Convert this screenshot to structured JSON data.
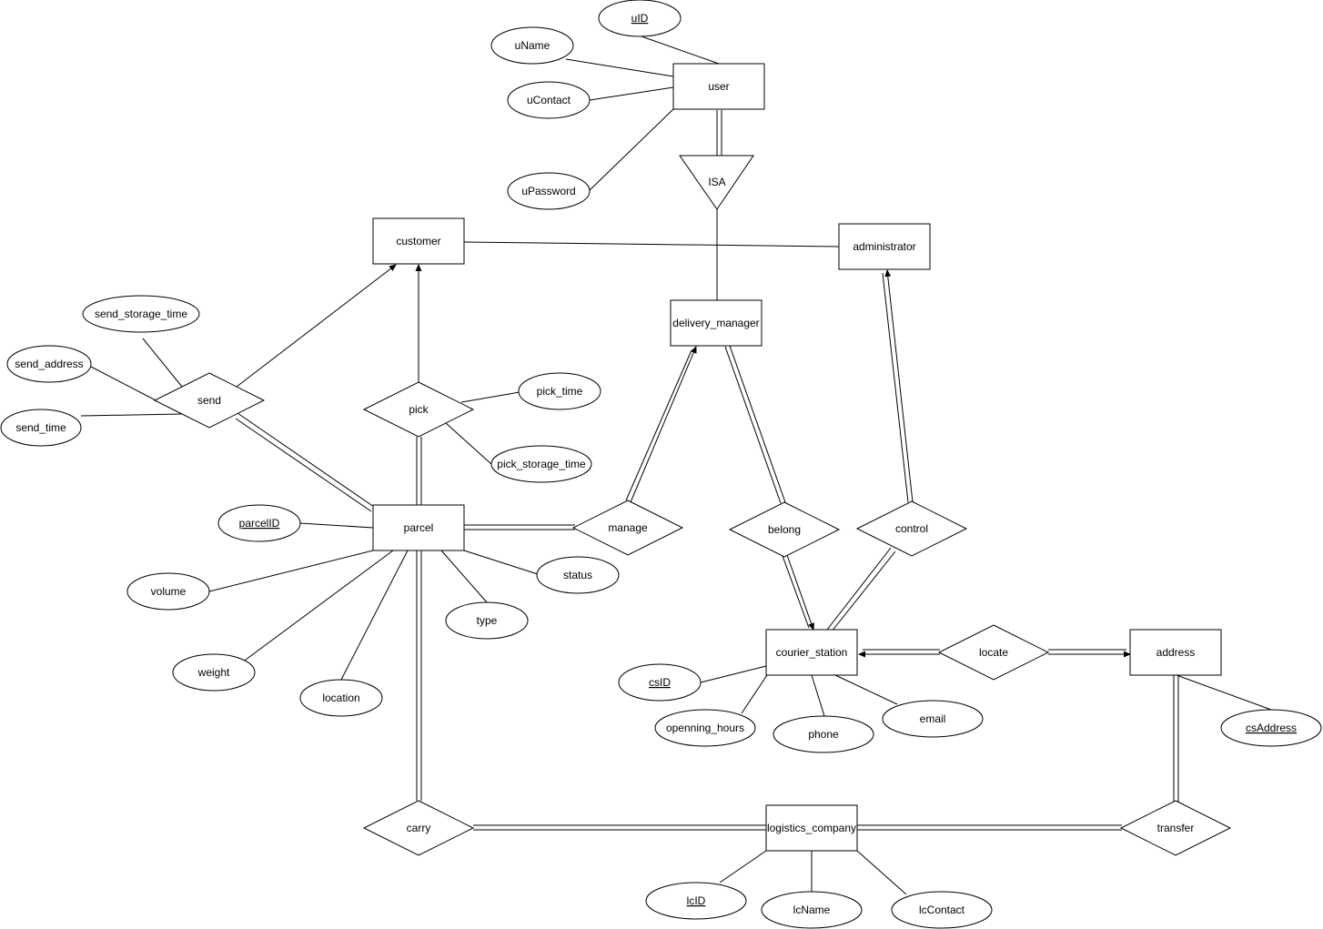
{
  "entities": [
    {
      "id": "user",
      "label": "user"
    },
    {
      "id": "customer",
      "label": "customer"
    },
    {
      "id": "administrator",
      "label": "administrator"
    },
    {
      "id": "delivery_manager",
      "label": "delivery_manager"
    },
    {
      "id": "parcel",
      "label": "parcel"
    },
    {
      "id": "courier_station",
      "label": "courier_station"
    },
    {
      "id": "address",
      "label": "address"
    },
    {
      "id": "logistics_company",
      "label": "logistics_company"
    }
  ],
  "relationships": [
    {
      "id": "send",
      "label": "send"
    },
    {
      "id": "pick",
      "label": "pick"
    },
    {
      "id": "manage",
      "label": "manage"
    },
    {
      "id": "belong",
      "label": "belong"
    },
    {
      "id": "control",
      "label": "control"
    },
    {
      "id": "locate",
      "label": "locate"
    },
    {
      "id": "carry",
      "label": "carry"
    },
    {
      "id": "transfer",
      "label": "transfer"
    }
  ],
  "isa": {
    "label": "ISA"
  },
  "attributes": [
    {
      "id": "uID",
      "label": "uID",
      "key": true,
      "owner": "user"
    },
    {
      "id": "uName",
      "label": "uName",
      "key": false,
      "owner": "user"
    },
    {
      "id": "uContact",
      "label": "uContact",
      "key": false,
      "owner": "user"
    },
    {
      "id": "uPassword",
      "label": "uPassword",
      "key": false,
      "owner": "user"
    },
    {
      "id": "send_storage_time",
      "label": "send_storage_time",
      "key": false,
      "owner": "send"
    },
    {
      "id": "send_address",
      "label": "send_address",
      "key": false,
      "owner": "send"
    },
    {
      "id": "send_time",
      "label": "send_time",
      "key": false,
      "owner": "send"
    },
    {
      "id": "pick_time",
      "label": "pick_time",
      "key": false,
      "owner": "pick"
    },
    {
      "id": "pick_storage_time",
      "label": "pick_storage_time",
      "key": false,
      "owner": "pick"
    },
    {
      "id": "parcelID",
      "label": "parcelID",
      "key": true,
      "owner": "parcel"
    },
    {
      "id": "volume",
      "label": "volume",
      "key": false,
      "owner": "parcel"
    },
    {
      "id": "weight",
      "label": "weight",
      "key": false,
      "owner": "parcel"
    },
    {
      "id": "location",
      "label": "location",
      "key": false,
      "owner": "parcel"
    },
    {
      "id": "type",
      "label": "type",
      "key": false,
      "owner": "parcel"
    },
    {
      "id": "status",
      "label": "status",
      "key": false,
      "owner": "parcel"
    },
    {
      "id": "csID",
      "label": "csID",
      "key": true,
      "owner": "courier_station"
    },
    {
      "id": "openning_hours",
      "label": "openning_hours",
      "key": false,
      "owner": "courier_station"
    },
    {
      "id": "phone",
      "label": "phone",
      "key": false,
      "owner": "courier_station"
    },
    {
      "id": "email",
      "label": "email",
      "key": false,
      "owner": "courier_station"
    },
    {
      "id": "csAddress",
      "label": "csAddress",
      "key": true,
      "owner": "address"
    },
    {
      "id": "lcID",
      "label": "lcID",
      "key": true,
      "owner": "logistics_company"
    },
    {
      "id": "lcName",
      "label": "lcName",
      "key": false,
      "owner": "logistics_company"
    },
    {
      "id": "lcContact",
      "label": "lcContact",
      "key": false,
      "owner": "logistics_company"
    }
  ]
}
